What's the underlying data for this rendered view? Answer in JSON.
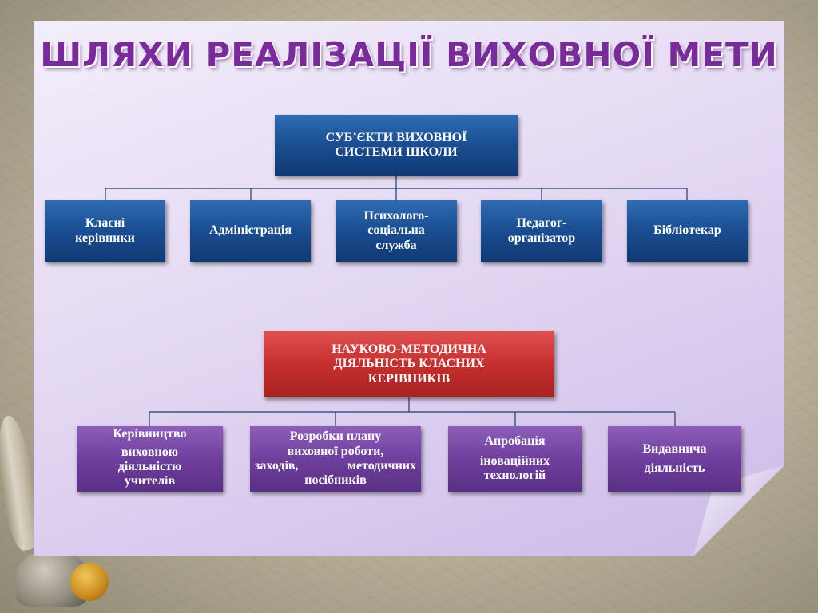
{
  "title": "ШЛЯХИ РЕАЛІЗАЦІЇ ВИХОВНОЇ МЕТИ",
  "top_group": {
    "root": [
      "СУБ’ЄКТИ ВИХОВНОЇ",
      "СИСТЕМИ ШКОЛИ"
    ],
    "children": [
      [
        "Класні",
        "керівники"
      ],
      [
        "Адміністрація"
      ],
      [
        "Психолого-",
        "соціальна",
        "служба"
      ],
      [
        "Педагог-",
        "організатор"
      ],
      [
        "Бібліотекар"
      ]
    ]
  },
  "bottom_group": {
    "root": [
      "НАУКОВО-МЕТОДИЧНА",
      "ДІЯЛЬНІСТЬ КЛАСНИХ",
      "КЕРІВНИКІВ"
    ],
    "children": [
      [
        "Керівництво",
        "виховною",
        "діяльністю",
        "учителів"
      ],
      [
        "Розробки плану",
        "виховної роботи,",
        "заходів, методичних",
        "посібників"
      ],
      [
        "Апробація",
        "іноваційних",
        "технологій"
      ],
      [
        "Видавнича",
        "діяльність"
      ]
    ]
  },
  "colors": {
    "title": "#7a2b9b",
    "blue_box": "#1a4d91",
    "red_box": "#c62f2f",
    "purple_box": "#6e3f9d",
    "connector": "#1a3f6f"
  }
}
